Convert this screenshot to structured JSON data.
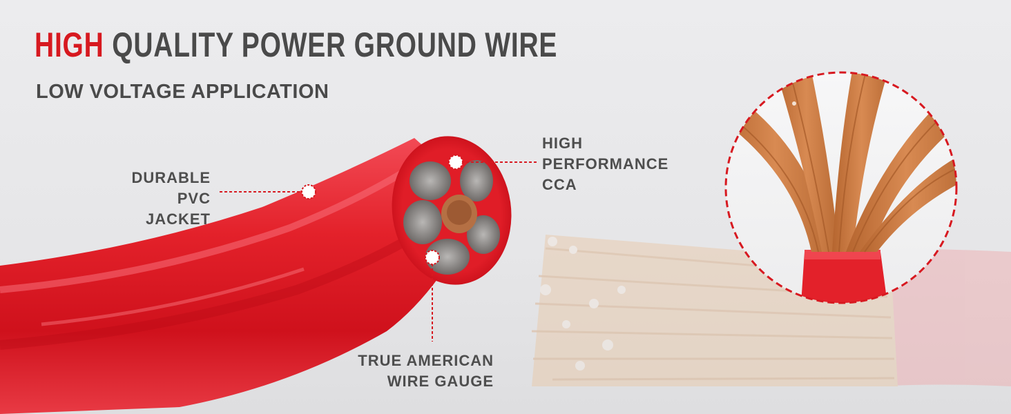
{
  "headline": {
    "accent": "HIGH",
    "rest": "QUALITY POWER GROUND WIRE"
  },
  "subheadline": "LOW VOLTAGE APPLICATION",
  "callouts": {
    "jacket": [
      "DURABLE",
      "PVC JACKET"
    ],
    "conductor": [
      "HIGH",
      "PERFORMANCE",
      "CCA"
    ],
    "gauge": [
      "TRUE AMERICAN",
      "WIRE GAUGE"
    ]
  },
  "colors": {
    "accent_red": "#d71920",
    "wire_red": "#e3212a",
    "copper": "#c8773f",
    "text_gray": "#4a4a4a",
    "background": "#e8e8ea"
  }
}
